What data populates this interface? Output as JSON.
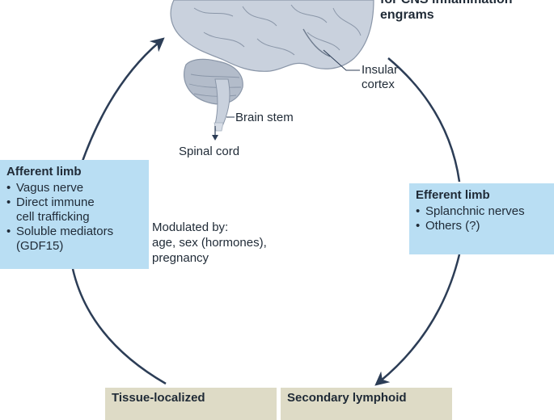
{
  "engram_label": {
    "line1": "for CNS inflammation",
    "line2": "engrams"
  },
  "insular_cortex": {
    "line1": "Insular",
    "line2": "cortex"
  },
  "brain_stem": "Brain stem",
  "spinal_cord": "Spinal cord",
  "afferent": {
    "title": "Afferent limb",
    "items": [
      "Vagus nerve",
      "Direct immune",
      "cell trafficking",
      "Soluble mediators",
      "(GDF15)"
    ]
  },
  "efferent": {
    "title": "Efferent limb",
    "items": [
      "Splanchnic nerves",
      "Others (?)"
    ]
  },
  "modulated": {
    "line1": "Modulated by:",
    "line2": "age, sex (hormones),",
    "line3": "pregnancy"
  },
  "tissue_localized": "Tissue-localized",
  "secondary_lymphoid": "Secondary lymphoid",
  "colors": {
    "cycle_arrow": "#2c3d56",
    "limb_box": "#b9def3",
    "tan_box": "#dedbc6",
    "brain": "#c9d1dd",
    "brain_outline": "#8a96a8"
  }
}
